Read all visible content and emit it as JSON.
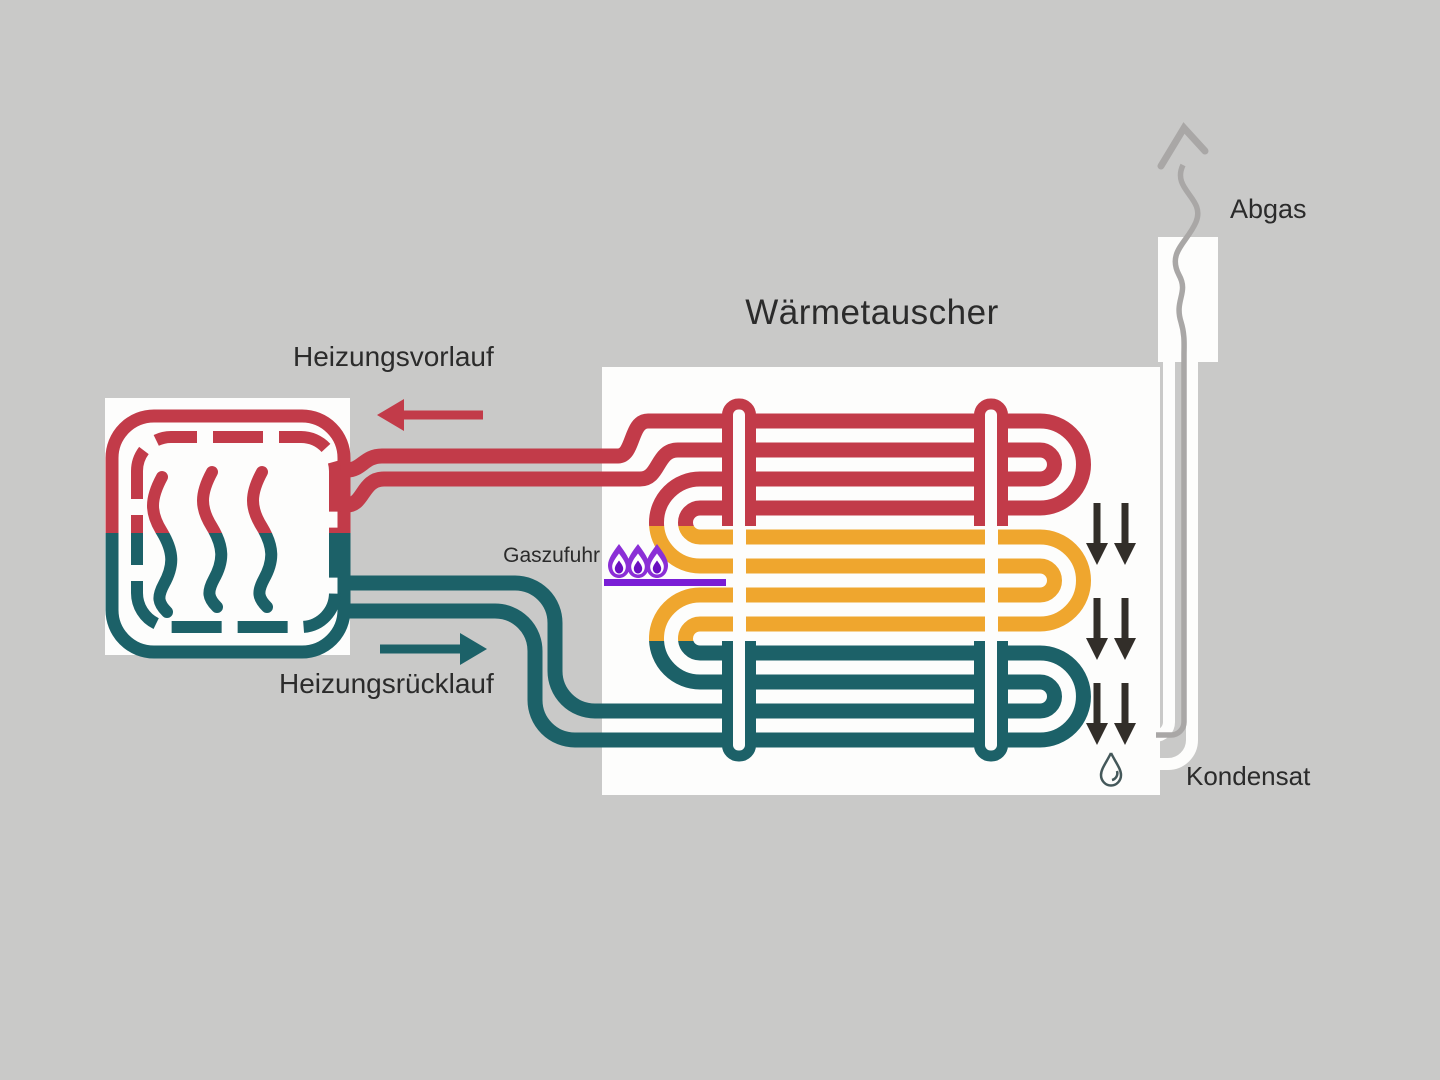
{
  "diagram": {
    "title": "Wärmetauscher",
    "labels": {
      "supply": "Heizungsvorlauf",
      "return": "Heizungsrücklauf",
      "gas": "Gaszufuhr",
      "exhaust": "Abgas",
      "condensate": "Kondensat"
    },
    "legend_semantics": {
      "hot": "heated supply water (red)",
      "warm": "warming water (orange)",
      "cold": "cool return water (teal)",
      "flue": "exhaust gas path (gray)",
      "condensation": "falling condensate arrows (dark)"
    },
    "colors": {
      "bg": "#c9c9c8",
      "panel": "#fdfdfc",
      "hot": "#c23b49",
      "warm": "#efa62e",
      "cold": "#1c6168",
      "gas-line": "#7a1ed6",
      "flame": "#8b2fd6",
      "flame-core": "#6a0fc0",
      "arrow-dark": "#322e29",
      "flue-gray": "#a9a7a6",
      "text": "#2b2b2b"
    }
  }
}
